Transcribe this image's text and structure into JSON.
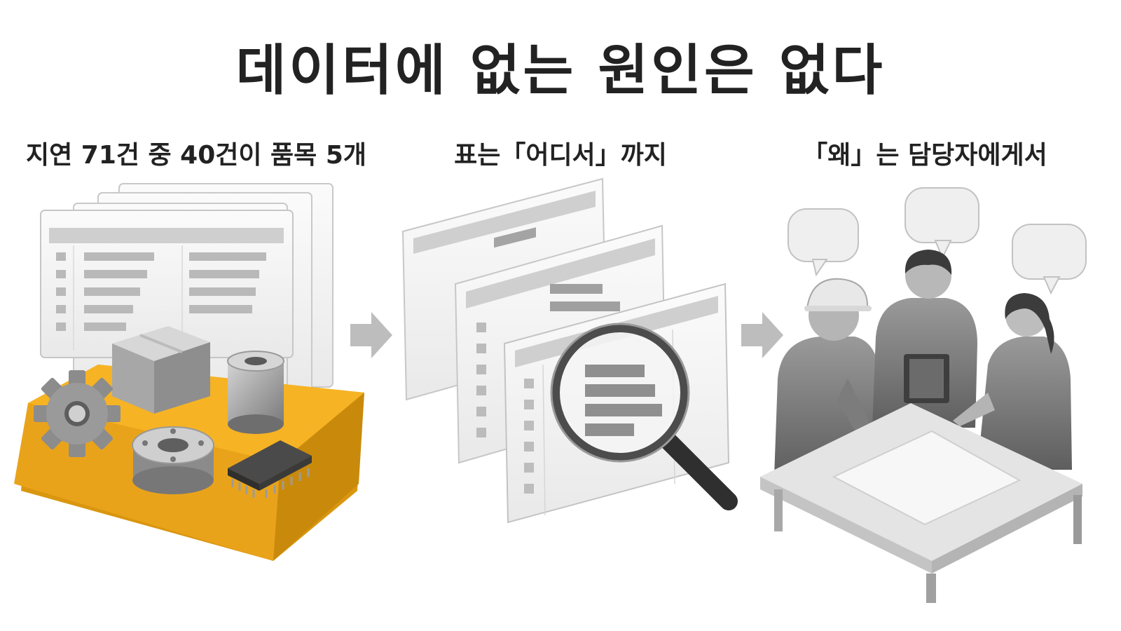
{
  "title": "데이터에 없는 원인은 없다",
  "steps": [
    {
      "caption": "지연 71건 중 40건이 품목 5개",
      "icon": "spreadsheet-and-parts-icon"
    },
    {
      "caption": "표는「어디서」까지",
      "icon": "magnifying-glass-over-tables-icon"
    },
    {
      "caption": "「왜」는 담당자에게서",
      "icon": "team-discussion-icon"
    }
  ],
  "colors": {
    "accent": "#F6B324",
    "gray_dark": "#6f6f6f",
    "gray_mid": "#a9a9a9",
    "gray_light": "#e6e6e6"
  }
}
